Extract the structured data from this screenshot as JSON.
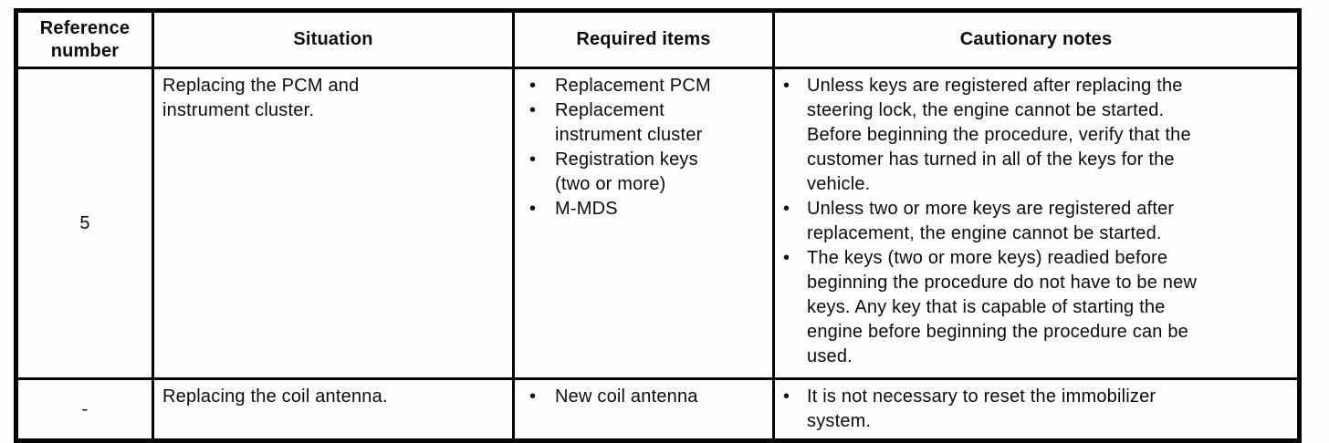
{
  "glyphs": {
    "bullet": "•"
  },
  "table": {
    "headers": {
      "reference_number": "Reference\nnumber",
      "situation": "Situation",
      "required_items": "Required items",
      "cautionary_notes": "Cautionary notes"
    },
    "rows": [
      {
        "reference_number": "5",
        "situation": "Replacing the PCM and\ninstrument cluster.",
        "required_items": [
          "Replacement PCM",
          "Replacement\ninstrument cluster",
          "Registration keys\n(two or more)",
          "M-MDS"
        ],
        "cautionary_notes": [
          "Unless keys are registered after replacing the\nsteering lock, the engine cannot be started.\nBefore beginning the procedure, verify that the\ncustomer has turned in all of the keys for the\nvehicle.",
          "Unless two or more keys are registered after\nreplacement, the engine cannot be started.",
          "The keys (two or more keys) readied before\nbeginning the procedure do not have to be new\nkeys. Any key that is capable of starting the\nengine before beginning the procedure can be\nused."
        ]
      },
      {
        "reference_number": "-",
        "situation": "Replacing the coil antenna.",
        "required_items": [
          "New coil antenna"
        ],
        "cautionary_notes": [
          "It is not necessary to reset the immobilizer\nsystem."
        ]
      }
    ]
  }
}
